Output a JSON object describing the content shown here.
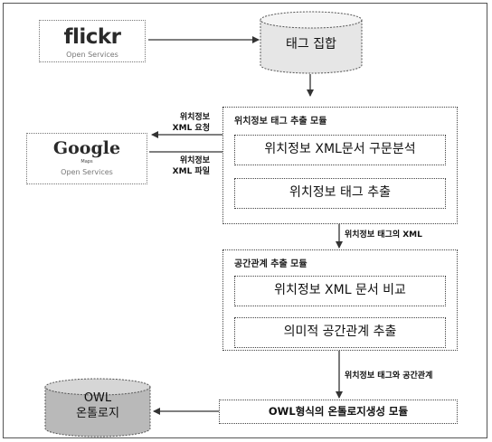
{
  "sources": {
    "flickr": {
      "logo": "flickr",
      "caption": "Open Services"
    },
    "google": {
      "logo": "Google",
      "maps_tag": "Maps",
      "caption": "Open Services"
    }
  },
  "tag_set": {
    "label": "태그 집합"
  },
  "location_extract_module": {
    "title": "위치정보 태그 추출 모듈",
    "steps": [
      "위치정보 XML문서 구문분석",
      "위치정보 태그 추출"
    ]
  },
  "spatial_module": {
    "title": "공간관계 추출 모듈",
    "steps": [
      "위치정보 XML 문서 비교",
      "의미적 공간관계 추출"
    ]
  },
  "owl_module": {
    "label": "OWL형식의 온톨로지생성 모듈"
  },
  "owl_store": {
    "line1": "OWL",
    "line2": "온톨로지"
  },
  "edge_labels": {
    "xml_request": [
      "위치정보",
      "XML 요청"
    ],
    "xml_file": [
      "위치정보",
      "XML 파일"
    ],
    "tag_xml": "위치정보 태그의 XML",
    "tag_and_relation": "위치정보 태그와 공간관계"
  }
}
